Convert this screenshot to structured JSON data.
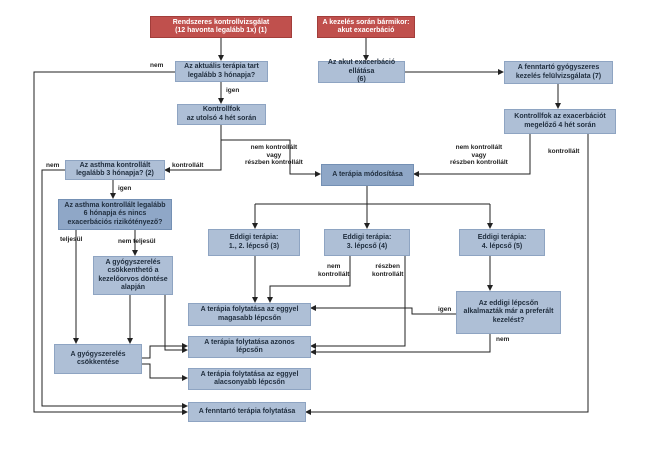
{
  "boxes": {
    "routine": "Rendszeres kontrollvizsgálat\n(12 havonta legalább 1x) (1)",
    "exac_any": "A kezelés során bármikor:\nakut exacerbáció",
    "therapy3": "Az aktuális terápia tart\nlegalább 3 hónapja?",
    "acute_care": "Az akut exacerbáció ellátása\n(6)",
    "maint_review": "A fenntartó gyógyszeres\nkezelés felülvizsgálata (7)",
    "control4": "Kontrollfok\naz utolsó 4 hét során",
    "control_exac": "Kontrollfok az exacerbációt\nmegelőző 4 hét során",
    "asthma3": "Az asthma kontrollált\nlegalább 3 hónapja? (2)",
    "modify": "A terápia módosítása",
    "asthma6": "Az asthma kontrollált legalább\n6 hónapja és nincs\nexacerbációs rizikótényező?",
    "step12": "Eddigi terápia:\n1., 2. lépcső (3)",
    "step3": "Eddigi terápia:\n3. lépcső (4)",
    "step4": "Eddigi terápia:\n4. lépcső (5)",
    "reduce_maybe": "A gyógyszerelés\ncsökkenthető a\nkezelőorvos döntése\nalapján",
    "higher": "A terápia folytatása az eggyel\nmagasabb lépcsőn",
    "pref": "Az eddigi lépcsőn\nalkalmazták már a preferált\nkezelést?",
    "same": "A terápia folytatása azonos\nlépcsőn",
    "reduce": "A gyógyszerelés\ncsökkentése",
    "lower": "A terápia folytatása az eggyel\nalacsonyabb lépcsőn",
    "maint_continue": "A fenntartó terápia folytatása"
  },
  "labels": {
    "nem_top": "nem",
    "igen_top": "igen",
    "nem_left": "nem",
    "kontrollalt_mid": "kontrollált",
    "not_controlled_mid": "nem kontrollált\nvagy\nrészben kontrollált",
    "not_controlled_right": "nem kontrollált\nvagy\nrészben kontrollált",
    "kontrollalt_right": "kontrollált",
    "igen_asthma": "igen",
    "teljesul": "teljesül",
    "nem_teljesul": "nem teljesül",
    "nem_kontrollalt": "nem\nkontrollált",
    "reszben_kontrollalt": "részben\nkontrollált",
    "igen_pref": "igen",
    "nem_pref": "nem"
  }
}
